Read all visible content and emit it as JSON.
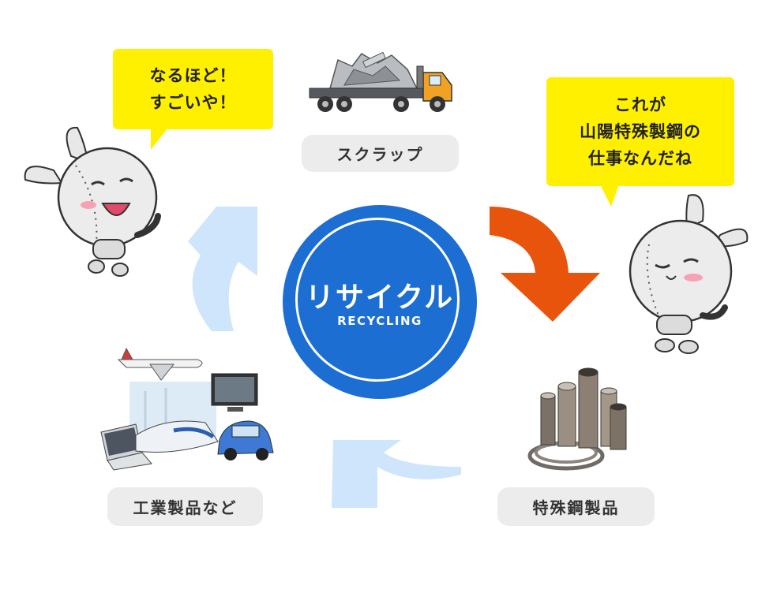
{
  "center": {
    "title": "リサイクル",
    "subtitle": "RECYCLING"
  },
  "nodes": {
    "scrap": "スクラップ",
    "special_steel": "特殊鋼製品",
    "industrial": "工業製品など"
  },
  "bubbles": {
    "left": {
      "line1": "なるほど！",
      "line2": "すごいや！"
    },
    "right": {
      "line1": "これが",
      "line2": "山陽特殊製鋼の",
      "line3": "仕事なんだね"
    }
  },
  "colors": {
    "center_blue": "#1c6ed2",
    "bubble_yellow": "#fff000",
    "label_grey": "#ececec",
    "arrow_orange": "#e8540b",
    "arrow_light_blue": "#cfe5fb"
  },
  "icons": [
    "scrap-truck-icon",
    "steel-pipes-icon",
    "industrial-products-icon",
    "mascot-rabbit-icon"
  ]
}
